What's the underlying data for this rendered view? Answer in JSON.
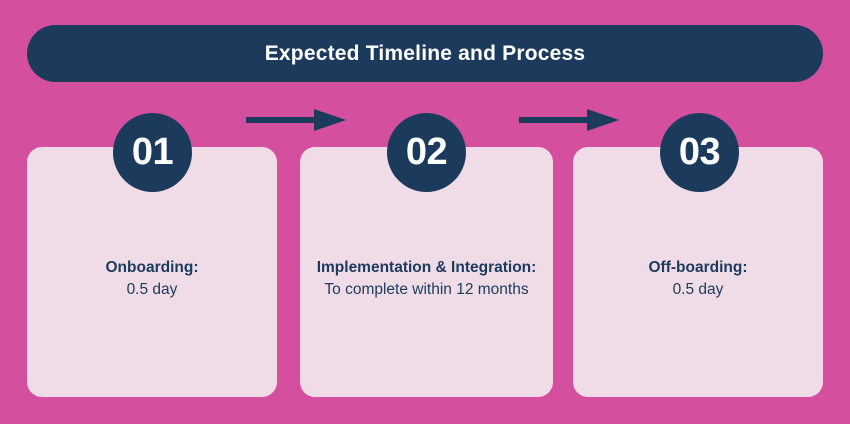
{
  "theme": {
    "background": "#d4509e",
    "navy": "#1b3a5c",
    "card_fill": "#f0dce7",
    "text_on_navy": "#ffffff"
  },
  "header": {
    "title": "Expected Timeline and Process"
  },
  "steps": [
    {
      "number": "01",
      "heading": "Onboarding:",
      "detail": "0.5 day"
    },
    {
      "number": "02",
      "heading": "Implementation & Integration:",
      "detail": "To complete within 12 months"
    },
    {
      "number": "03",
      "heading": "Off-boarding:",
      "detail": "0.5 day"
    }
  ],
  "connectors": [
    {
      "name": "arrow-step-1-to-2",
      "direction": "right"
    },
    {
      "name": "arrow-step-2-to-3",
      "direction": "right"
    }
  ]
}
